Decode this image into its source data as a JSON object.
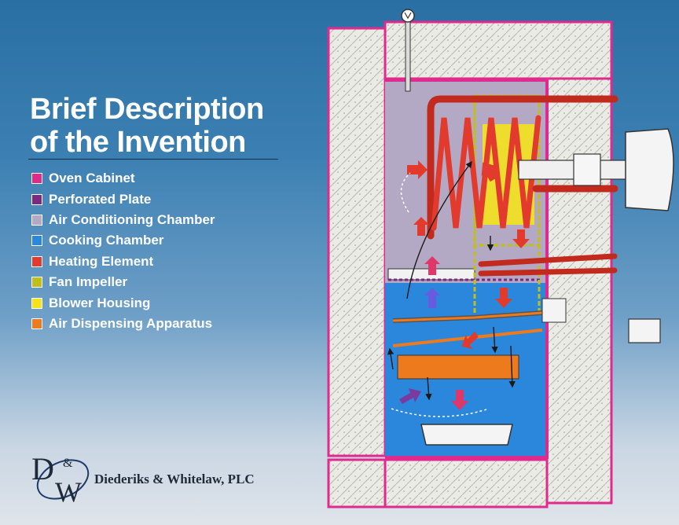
{
  "title_line1": "Brief Description",
  "title_line2": "of the Invention",
  "legend": [
    {
      "label": "Oven Cabinet",
      "color": "#e02a8e"
    },
    {
      "label": "Perforated Plate",
      "color": "#7a2a82"
    },
    {
      "label": "Air Conditioning Chamber",
      "color": "#b4a9c4"
    },
    {
      "label": "Cooking Chamber",
      "color": "#2b87dc"
    },
    {
      "label": "Heating Element",
      "color": "#e23a2c"
    },
    {
      "label": "Fan Impeller",
      "color": "#bfbf1a"
    },
    {
      "label": "Blower Housing",
      "color": "#f4e21c"
    },
    {
      "label": "Air Dispensing Apparatus",
      "color": "#ee7a1e"
    }
  ],
  "firm_name": "Diederiks & Whitelaw, PLC",
  "logo_text": "D&W"
}
